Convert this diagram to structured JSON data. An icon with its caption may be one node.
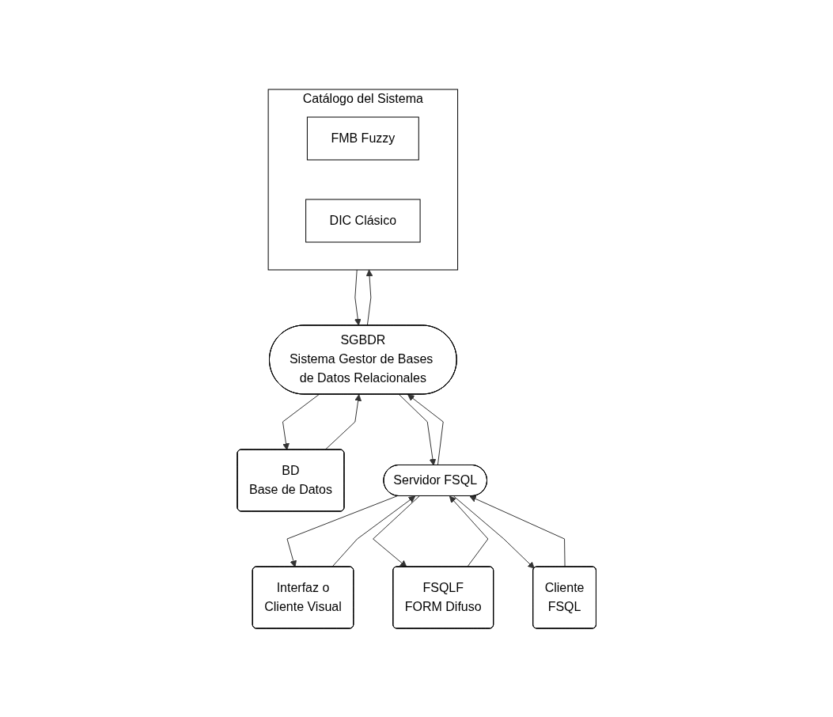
{
  "diagram": {
    "nodes": [
      {
        "text": [
          "BD",
          "Base de Datos"
        ]
      },
      {
        "text": [
          "Catálogo del Sistema"
        ]
      },
      {
        "text": [
          "FMB Fuzzy"
        ],
        "in": 1
      },
      {
        "text": [
          "DIC Clásico"
        ],
        "in": 1
      },
      {
        "text": [
          "SGBDR",
          "Sistema Gestor de Bases de Datos Relacionales"
        ]
      },
      {
        "text": [
          "Servidor FSQL"
        ]
      },
      {
        "text": [
          "Interfaz o",
          "Cliente Visual"
        ]
      },
      {
        "text": [
          "FSQLF",
          "FORM Difuso"
        ]
      },
      {
        "text": [
          "Cliente",
          "FSQL"
        ]
      }
    ],
    "edges": [
      {
        "from": 0,
        "to": 4,
        "arrow": "to"
      },
      {
        "from": 4,
        "to": 0,
        "arrow": "to"
      },
      {
        "from": 4,
        "to": 1,
        "arrow": "to"
      },
      {
        "from": 1,
        "to": 4,
        "arrow": "to"
      },
      {
        "from": 5,
        "to": 4,
        "arrow": "to"
      },
      {
        "from": 4,
        "to": 5,
        "arrow": "to"
      },
      {
        "from": 6,
        "to": 5,
        "arrow": "to"
      },
      {
        "from": 5,
        "to": 6,
        "arrow": "to"
      },
      {
        "from": 7,
        "to": 5,
        "arrow": "to"
      },
      {
        "from": 5,
        "to": 7,
        "arrow": "to"
      },
      {
        "from": 8,
        "to": 5,
        "arrow": "to"
      },
      {
        "from": 5,
        "to": 8,
        "arrow": "to"
      }
    ]
  }
}
